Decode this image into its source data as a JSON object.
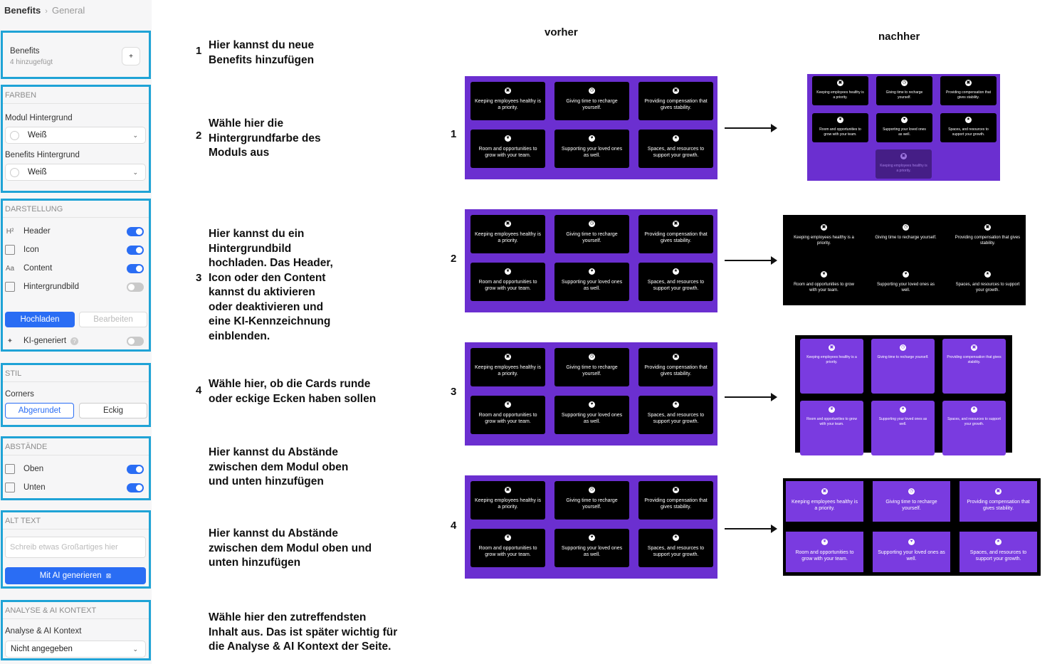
{
  "breadcrumb": {
    "root": "Benefits",
    "current": "General"
  },
  "sidebar": {
    "benefits": {
      "title": "Benefits",
      "count": "4 hinzugefügt",
      "add": "+"
    },
    "farben": {
      "heading": "FARBEN",
      "modul_label": "Modul Hintergrund",
      "modul_value": "Weiß",
      "benefits_label": "Benefits Hintergrund",
      "benefits_value": "Weiß"
    },
    "darstellung": {
      "heading": "DARSTELLUNG",
      "items": [
        {
          "icon": "H²",
          "label": "Header",
          "on": true
        },
        {
          "icon": "▣",
          "label": "Icon",
          "on": true
        },
        {
          "icon": "Aa",
          "label": "Content",
          "on": true
        },
        {
          "icon": "▣",
          "label": "Hintergrundbild",
          "on": false
        }
      ],
      "upload": "Hochladen",
      "edit": "Bearbeiten",
      "ai_label": "KI-generiert",
      "ai_help": "?"
    },
    "stil": {
      "heading": "STIL",
      "corners_label": "Corners",
      "rounded": "Abgerundet",
      "square": "Eckig"
    },
    "abstaende": {
      "heading": "ABSTÄNDE",
      "top": "Oben",
      "bottom": "Unten"
    },
    "alt": {
      "heading": "ALT TEXT",
      "placeholder": "Schreib etwas Großartiges hier",
      "generate": "Mit AI generieren"
    },
    "analyse": {
      "heading": "ANALYSE & AI KONTEXT",
      "label": "Analyse & AI Kontext",
      "value": "Nicht angegeben"
    }
  },
  "instructions": [
    {
      "num": "1",
      "text": "Hier kannst du neue\nBenefits hinzufügen"
    },
    {
      "num": "2",
      "text": "Wähle hier die\nHintergrundfarbe des\nModuls aus"
    },
    {
      "num": "3",
      "text": "Hier kannst du ein\nHintergrundbild\nhochladen. Das Header,\nIcon oder den Content\nkannst du aktivieren\noder deaktivieren und\neine KI-Kennzeichnung\neinblenden."
    },
    {
      "num": "4",
      "text": "Wähle hier, ob die Cards runde\noder eckige Ecken haben sollen"
    },
    {
      "num": "",
      "text": "Hier kannst du Abstände\nzwischen dem Modul oben\nund unten hinzufügen"
    },
    {
      "num": "",
      "text": "Hier kannst du Abstände\nzwischen dem Modul oben und\nunten hinzufügen"
    },
    {
      "num": "",
      "text": "Wähle hier den zutreffendsten\nInhalt aus. Das ist später wichtig für\ndie Analyse & AI Kontext der Seite."
    }
  ],
  "columns": {
    "before": "vorher",
    "after": "nachher"
  },
  "rows": [
    "1",
    "2",
    "3",
    "4"
  ],
  "cards": [
    {
      "icon": "▣",
      "text": "Keeping employees healthy is a priority."
    },
    {
      "icon": "◷",
      "text": "Giving time to recharge yourself."
    },
    {
      "icon": "▣",
      "text": "Providing compensation that gives stability."
    },
    {
      "icon": "❦",
      "text": "Room and opportunities to grow with your team."
    },
    {
      "icon": "♥",
      "text": "Supporting your loved ones as well."
    },
    {
      "icon": "★",
      "text": "Spaces, and resources to support your growth."
    }
  ],
  "colors": {
    "accent": "#1fa3d6",
    "blue": "#2a6df4",
    "purple": "#6b2fd0",
    "card_purple": "#7a3be0"
  }
}
